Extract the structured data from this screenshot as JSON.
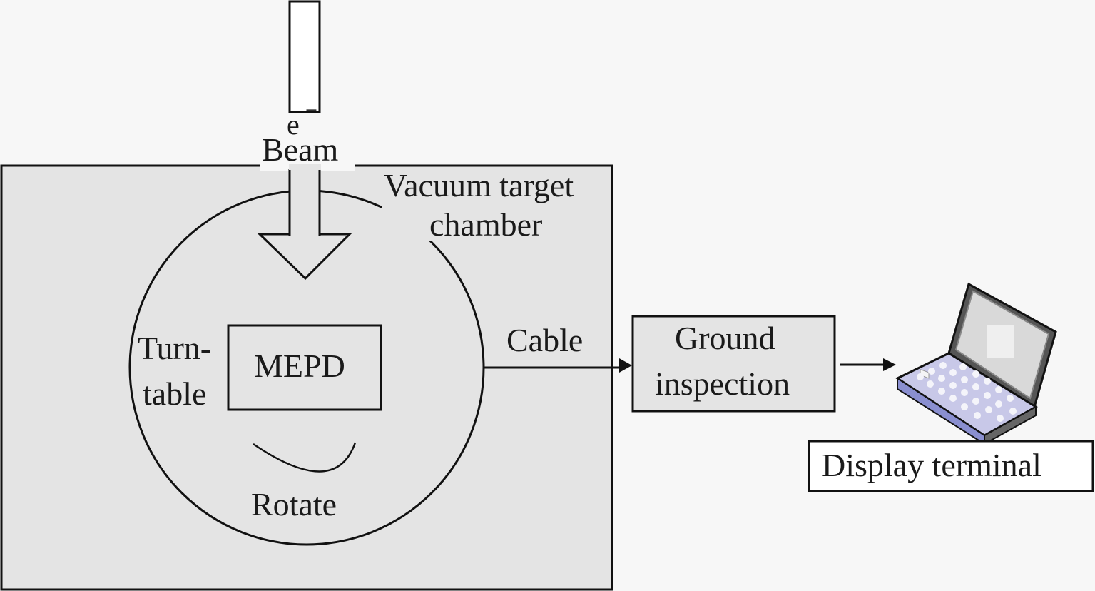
{
  "diagram": {
    "beam_particle": "e",
    "beam_charge": "−",
    "beam_label": "Beam",
    "chamber_label_line1": "Vacuum target",
    "chamber_label_line2": "chamber",
    "turntable_line1": "Turn-",
    "turntable_line2": "table",
    "device_label": "MEPD",
    "rotate_label": "Rotate",
    "cable_label": "Cable",
    "ground_line1": "Ground",
    "ground_line2": "inspection",
    "display_label": "Display terminal",
    "icons": {
      "beam": "down-arrow-icon",
      "terminal": "laptop-icon"
    },
    "colors": {
      "chamber_fill": "#e4e4e4",
      "ground_fill": "#e4e4e4",
      "stroke": "#111111",
      "laptop_accent": "#8a8fd0"
    }
  }
}
